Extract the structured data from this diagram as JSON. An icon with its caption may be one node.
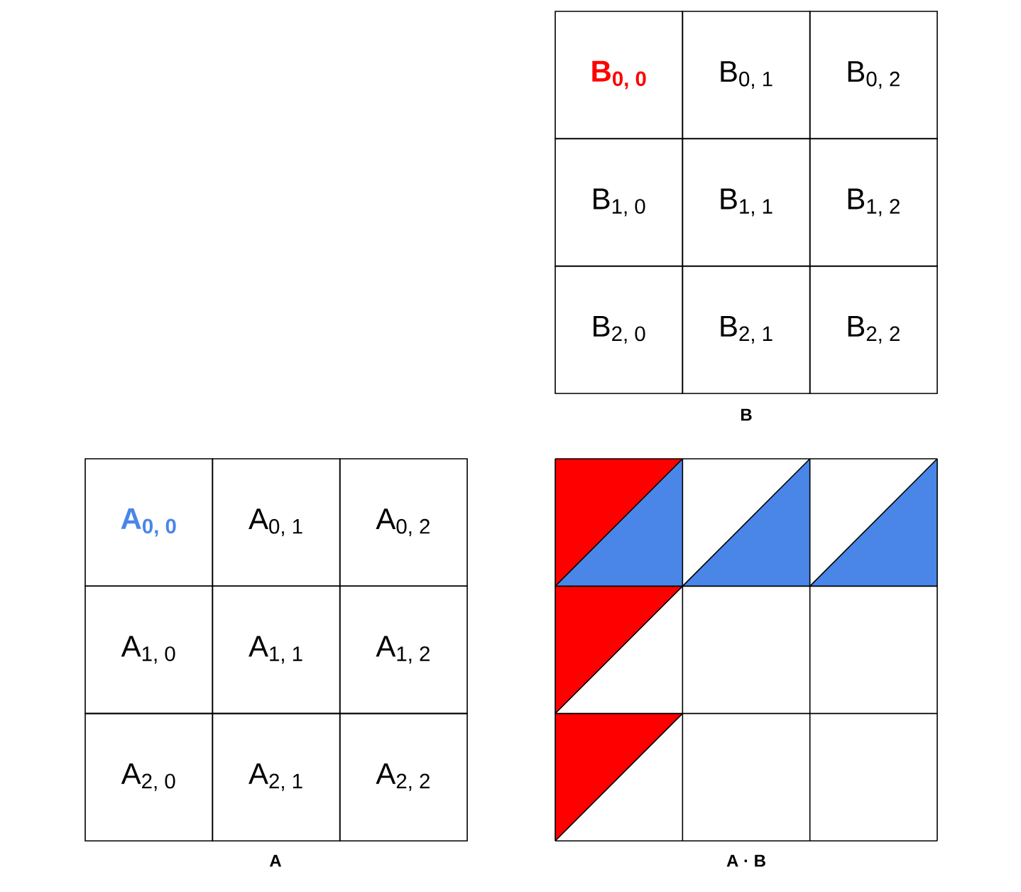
{
  "diagram": {
    "labels": [
      "B$_{0, 0}$",
      "B$_{0, 1}$",
      "B$_{0, 2}$",
      "B$_{1, 0}$",
      "B$_{1, 1}$",
      "B$_{1, 2}$",
      "B$_{2, 0}$",
      "B$_{2, 1}$",
      "B$_{2, 2}$",
      "B",
      "A$_{0, 0}$",
      "A$_{0, 1}$",
      "A$_{0, 2}$",
      "A$_{1, 0}$",
      "A$_{1, 1}$",
      "A$_{1, 2}$",
      "A$_{2, 0}$",
      "A$_{2, 1}$",
      "A$_{2, 2}$",
      "A",
      "A · B"
    ]
  }
}
